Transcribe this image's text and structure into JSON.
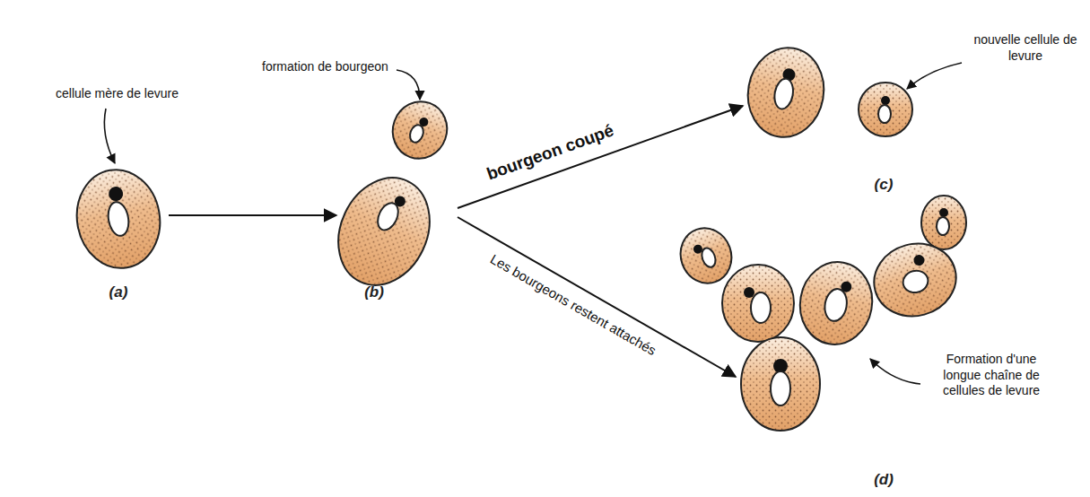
{
  "diagram": {
    "nodes": [
      {
        "text": [
          "(a)"
        ]
      },
      {
        "text": [
          "(b)"
        ]
      },
      {
        "text": [
          "(c)"
        ]
      },
      {
        "text": [
          "(d)"
        ]
      }
    ],
    "edges": [
      {
        "from": 0,
        "to": 1,
        "arrow": "to"
      },
      {
        "from": 1,
        "to": 2,
        "label": "bourgeon coupé",
        "arrow": "to"
      },
      {
        "from": 1,
        "to": 3,
        "label": "Les bourgeons restent attachés",
        "arrow": "to"
      }
    ],
    "labels": [
      "cellule mère de levure",
      "formation de bourgeon",
      "nouvelle cellule de levure",
      "Formation d'une longue chaîne de cellules de levure"
    ]
  }
}
